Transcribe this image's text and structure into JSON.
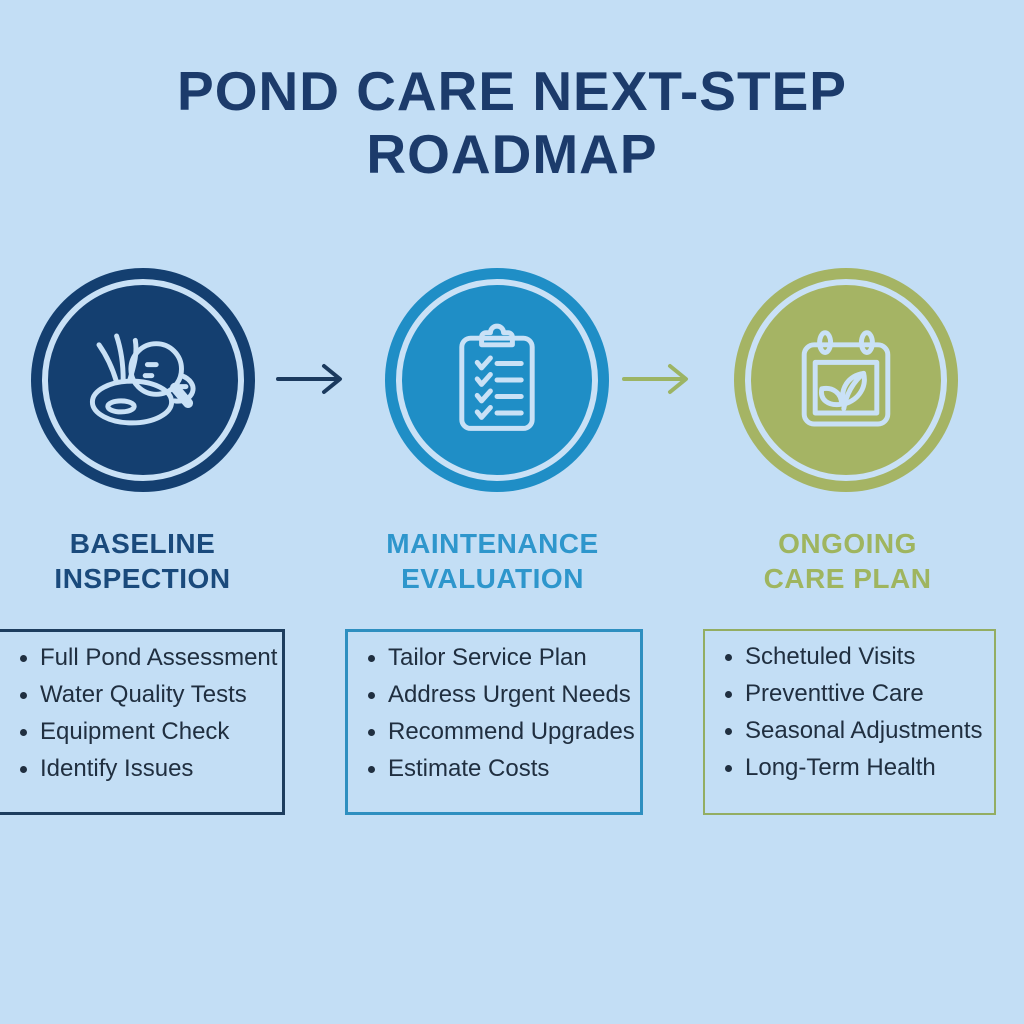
{
  "title": "POND CARE NEXT-STEP ROADMAP",
  "colors": {
    "background": "#c3def5",
    "title": "#1c3b6b",
    "step1_circle": "#143f70",
    "step2_circle": "#1f8ec6",
    "step3_circle": "#a5b464",
    "icon_stroke": "#c9e1f6",
    "step1_label": "#1a4a7c",
    "step2_label": "#2e96cc",
    "step3_label": "#9fb55f",
    "box1_border": "#1d3d5e",
    "box2_border": "#2e8fc0",
    "box3_border": "#93ad62",
    "list_text": "#202f40",
    "arrow1": "#1b3a5e",
    "arrow2": "#9cb464"
  },
  "steps": [
    {
      "label": "BASELINE INSPECTION",
      "icon": "pond-magnifier-icon",
      "items": [
        "Full Pond Assessment",
        "Water Quality Tests",
        "Equipment Check",
        "Identify Issues"
      ]
    },
    {
      "label": "MAINTENANCE EVALUATION",
      "icon": "clipboard-checklist-icon",
      "items": [
        "Tailor Service Plan",
        "Address Urgent Needs",
        "Recommend Upgrades",
        "Estimate Costs"
      ]
    },
    {
      "label": "ONGOING CARE PLAN",
      "icon": "calendar-leaf-icon",
      "items": [
        "Schetuled Visits",
        "Preventtive Care",
        "Seasonal Adjustments",
        "Long-Term Health"
      ]
    }
  ]
}
